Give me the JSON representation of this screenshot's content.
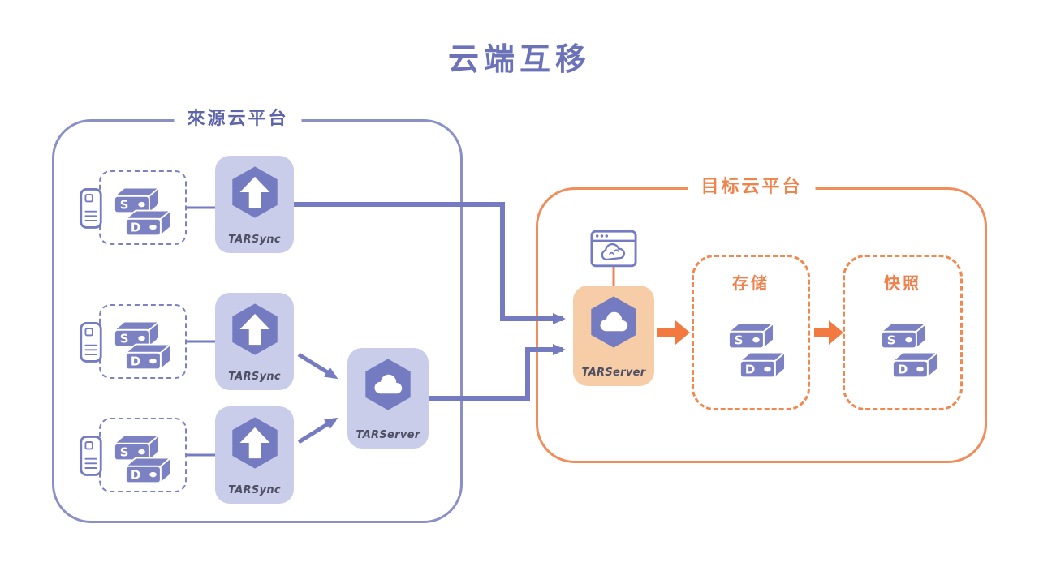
{
  "title": "云端互移",
  "source": {
    "label": "來源云平台",
    "tarserver_label": "TARServer",
    "groups": [
      {
        "tarsync_label": "TARSync",
        "disk_top": "S",
        "disk_bottom": "D"
      },
      {
        "tarsync_label": "TARSync",
        "disk_top": "S",
        "disk_bottom": "D"
      },
      {
        "tarsync_label": "TARSync",
        "disk_top": "S",
        "disk_bottom": "D"
      }
    ]
  },
  "target": {
    "label": "目标云平台",
    "tarserver_label": "TARServer",
    "storage": {
      "label": "存储",
      "disk_top": "S",
      "disk_bottom": "D"
    },
    "snapshot": {
      "label": "快照",
      "disk_top": "S",
      "disk_bottom": "D"
    }
  },
  "colors": {
    "purple": "#757BC1",
    "purple_light": "#C9CDE9",
    "purple_border": "#8A90C6",
    "orange": "#F0814E",
    "orange_light": "#F7CDA8"
  }
}
